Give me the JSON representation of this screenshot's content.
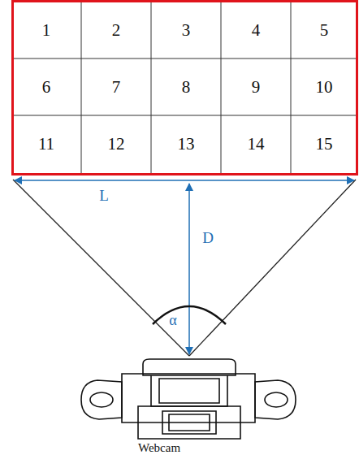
{
  "diagram": {
    "labels": [
      "1",
      "2",
      "3",
      "4",
      "5",
      "6",
      "7",
      "8",
      "9",
      "10",
      "11",
      "12",
      "13",
      "14",
      "15",
      "L",
      "D",
      "α",
      "Webcam"
    ]
  }
}
